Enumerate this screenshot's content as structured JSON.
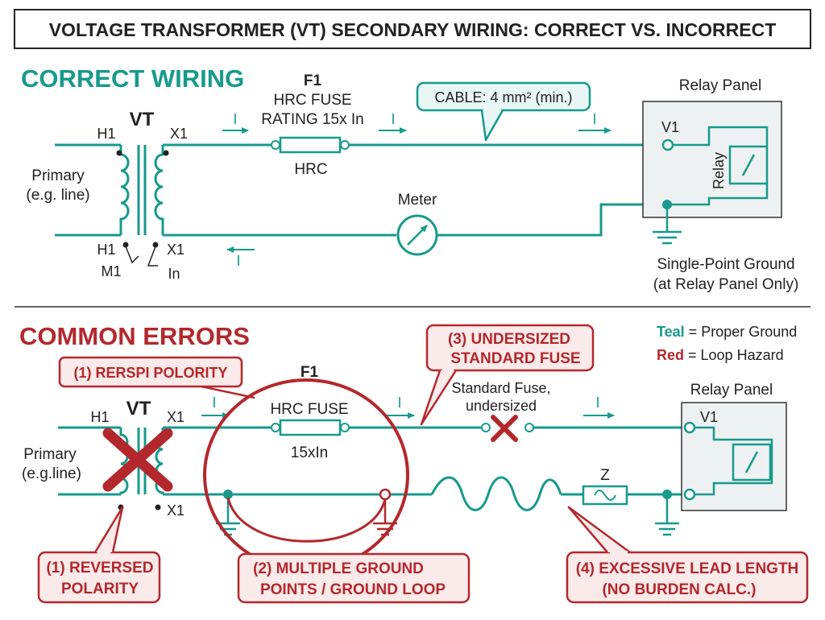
{
  "title": "VOLTAGE TRANSFORMER (VT) SECONDARY WIRING: CORRECT VS. INCORRECT",
  "colors": {
    "teal": "#179a8c",
    "red": "#b3282d",
    "text": "#222222",
    "panel_fill": "#eef1f1",
    "callout_teal_fill": "#e8f6f4",
    "callout_red_fill": "#fbeaea"
  },
  "correct": {
    "heading": "CORRECT WIRING",
    "vt_label": "VT",
    "primary_label_1": "Primary",
    "primary_label_2": "(e.g. line)",
    "h1_top": "H1",
    "x1_top": "X1",
    "h1_bottom": "H1",
    "x1_bottom": "X1",
    "m1": "M1",
    "in_label": "In",
    "fuse_id": "F1",
    "fuse_line1": "HRC FUSE",
    "fuse_line2": "RATING 15x In",
    "fuse_type": "HRC",
    "cable_callout": "CABLE: 4 mm² (min.)",
    "meter_label": "Meter",
    "relay_panel": "Relay Panel",
    "v1": "V1",
    "relay": "Relay",
    "ground_line1": "Single-Point Ground",
    "ground_line2": "(at Relay Panel Only)",
    "current_marker": "I"
  },
  "errors": {
    "heading": "COMMON ERRORS",
    "legend_teal_key": "Teal",
    "legend_teal_text": " = Proper Ground",
    "legend_red_key": "Red",
    "legend_red_text": " = Loop Hazard",
    "polarity_top": "(1) RERSPI POLORITY",
    "vt_label": "VT",
    "h1": "H1",
    "x1_top": "X1",
    "x1_bottom": "X1",
    "primary_label_1": "Primary",
    "primary_label_2": "(e.g.line)",
    "fuse_id": "F1",
    "fuse_line1": "HRC FUSE",
    "fuse_line2": "15xIn",
    "undersized_line1": "(3) UNDERSIZED",
    "undersized_line2": "STANDARD FUSE",
    "std_fuse_line1": "Standard Fuse,",
    "std_fuse_line2": "undersized",
    "z_label": "Z",
    "relay_panel": "Relay Panel",
    "v1": "V1",
    "reversed_line1": "(1) REVERSED",
    "reversed_line2": "POLARITY",
    "multi_ground_line1": "(2) MULTIPLE GROUND",
    "multi_ground_line2": "POINTS / GROUND LOOP",
    "lead_length_line1": "(4) EXCESSIVE LEAD LENGTH",
    "lead_length_line2": "(NO BURDEN CALC.)",
    "current_marker": "I"
  }
}
